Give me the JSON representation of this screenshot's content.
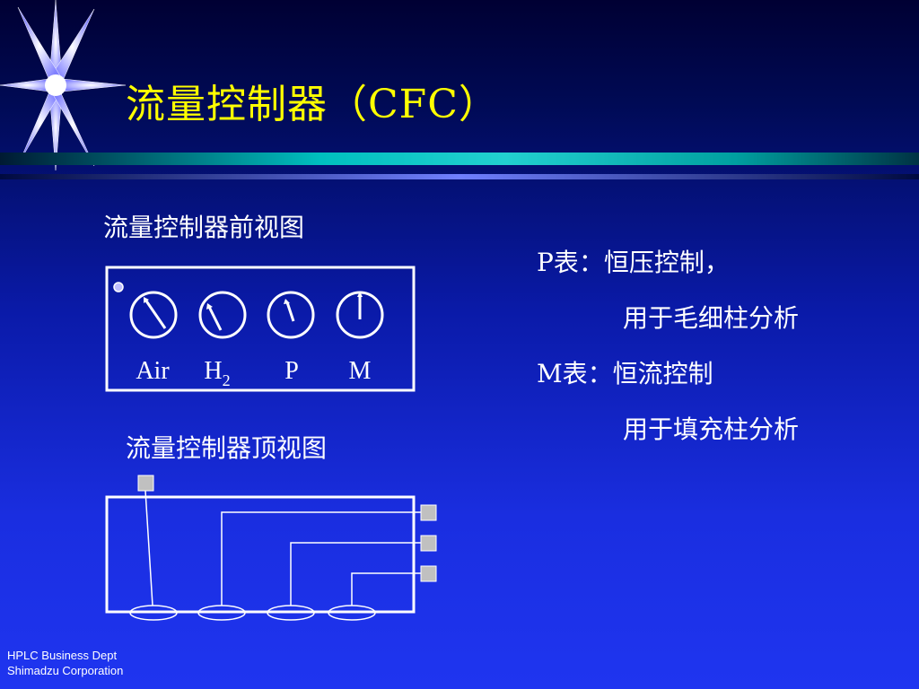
{
  "slide": {
    "title": "流量控制器（CFC）",
    "front_view": {
      "label": "流量控制器前视图",
      "gauges": [
        {
          "name": "Air"
        },
        {
          "name": "H",
          "subscript": "2"
        },
        {
          "name": "P"
        },
        {
          "name": "M"
        }
      ]
    },
    "top_view": {
      "label": "流量控制器顶视图"
    },
    "notes": {
      "p_line1": "P表：恒压控制，",
      "p_line2": "用于毛细柱分析",
      "m_line1": "M表：恒流控制",
      "m_line2": "用于填充柱分析"
    },
    "footer": {
      "line1": "HPLC Business Dept",
      "line2": "Shimadzu Corporation"
    }
  },
  "colors": {
    "title": "#ffff00",
    "text": "#ffffff",
    "port": "#c0c0c0"
  },
  "icons": [
    "star-burst-icon"
  ]
}
